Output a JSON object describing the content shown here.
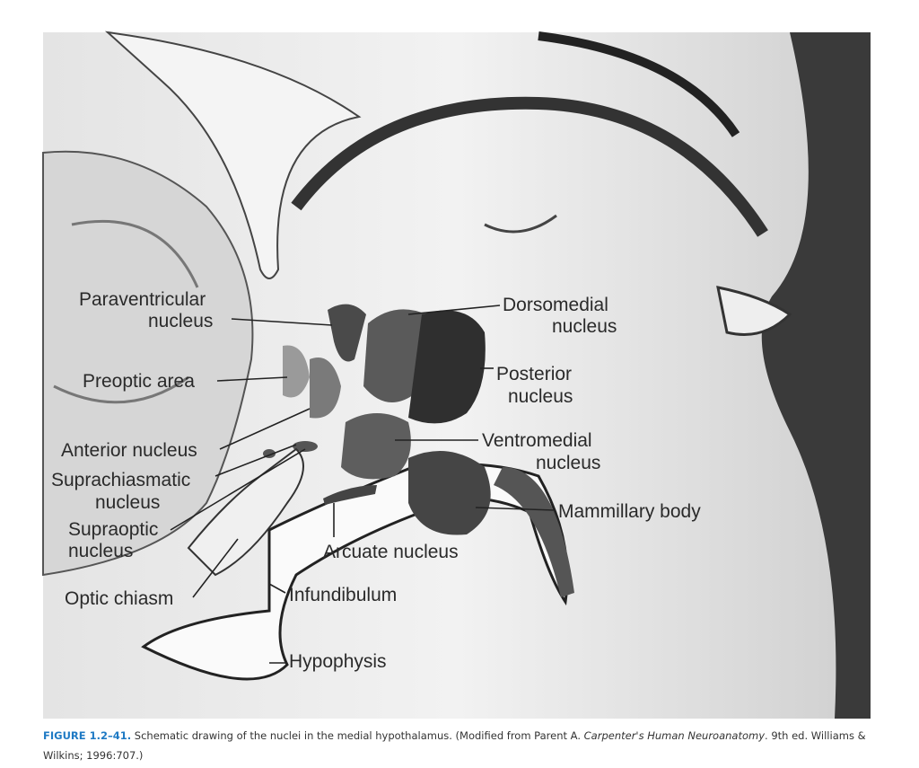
{
  "labels": {
    "paraventricular": [
      "Paraventricular",
      "nucleus"
    ],
    "preoptic": "Preoptic area",
    "anterior": "Anterior nucleus",
    "suprachiasmatic": [
      "Suprachiasmatic",
      "nucleus"
    ],
    "supraoptic": [
      "Supraoptic",
      "nucleus"
    ],
    "optic_chiasm": "Optic chiasm",
    "infundibulum": "Infundibulum",
    "hypophysis": "Hypophysis",
    "arcuate": "Arcuate nucleus",
    "dorsomedial": [
      "Dorsomedial",
      "nucleus"
    ],
    "posterior": [
      "Posterior",
      "nucleus"
    ],
    "ventromedial": [
      "Ventromedial",
      "nucleus"
    ],
    "mammillary": "Mammillary body"
  },
  "caption": {
    "figure_label": "FIGURE 1.2–41.",
    "text_before": " Schematic drawing of the nuclei in the medial hypothalamus. (Modified from Parent A. ",
    "book_title": "Carpenter's Human Neuroanatomy",
    "text_after": ". 9th ed. Williams & Wilkins; 1996:707.)"
  },
  "colors": {
    "caption_label": "#1f7ac4"
  }
}
